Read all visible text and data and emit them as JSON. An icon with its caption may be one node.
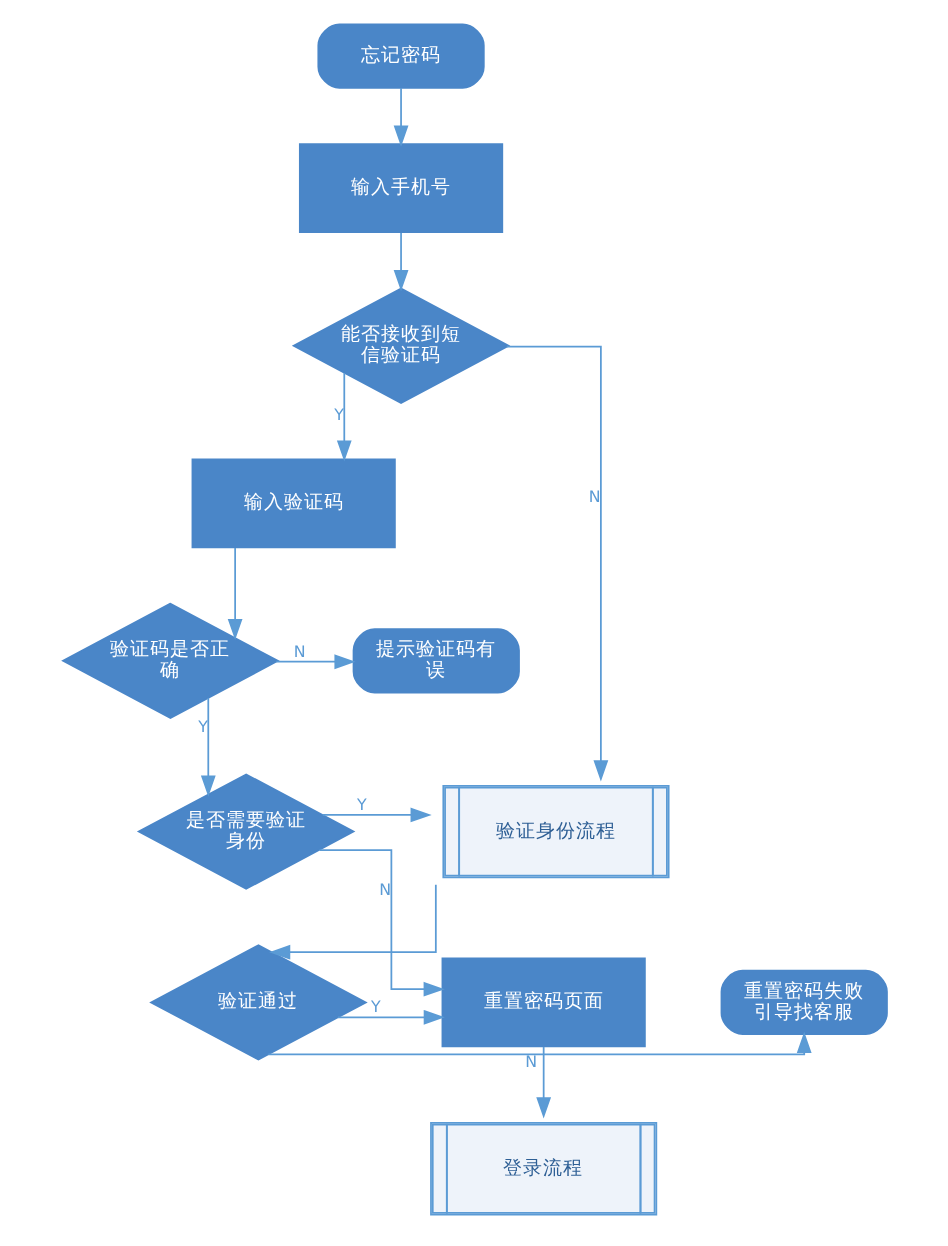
{
  "diagram": {
    "nodes": [
      {
        "text": [
          "忘记密码"
        ]
      },
      {
        "text": [
          "输入手机号"
        ]
      },
      {
        "text": [
          "能否接收到短信验证码"
        ]
      },
      {
        "text": [
          "输入验证码"
        ]
      },
      {
        "text": [
          "验证码是否正确"
        ]
      },
      {
        "text": [
          "提示验证码有误"
        ]
      },
      {
        "text": [
          "是否需要验证身份"
        ]
      },
      {
        "text": [
          "验证身份流程"
        ]
      },
      {
        "text": [
          "重置密码页面"
        ]
      },
      {
        "text": [
          "验证通过"
        ]
      },
      {
        "text": [
          "重置密码失败引导找客服"
        ]
      },
      {
        "text": [
          "登录流程"
        ]
      }
    ],
    "edges": [
      {
        "from": 0,
        "to": 1,
        "arrow": "to"
      },
      {
        "from": 1,
        "to": 2,
        "arrow": "to"
      },
      {
        "from": 2,
        "to": 3,
        "arrow": "to",
        "label": "Y"
      },
      {
        "from": 2,
        "to": 7,
        "arrow": "to",
        "label": "N"
      },
      {
        "from": 3,
        "to": 4,
        "arrow": "to"
      },
      {
        "from": 4,
        "to": 5,
        "arrow": "to",
        "label": "N"
      },
      {
        "from": 4,
        "to": 6,
        "arrow": "to",
        "label": "Y"
      },
      {
        "from": 6,
        "to": 7,
        "arrow": "to",
        "label": "Y"
      },
      {
        "from": 6,
        "to": 8,
        "arrow": "to",
        "label": "N"
      },
      {
        "from": 7,
        "to": 9,
        "arrow": "to"
      },
      {
        "from": 9,
        "to": 8,
        "arrow": "to",
        "label": "Y"
      },
      {
        "from": 9,
        "to": 10,
        "arrow": "to",
        "label": "N"
      },
      {
        "from": 8,
        "to": 11,
        "arrow": "to"
      }
    ]
  }
}
